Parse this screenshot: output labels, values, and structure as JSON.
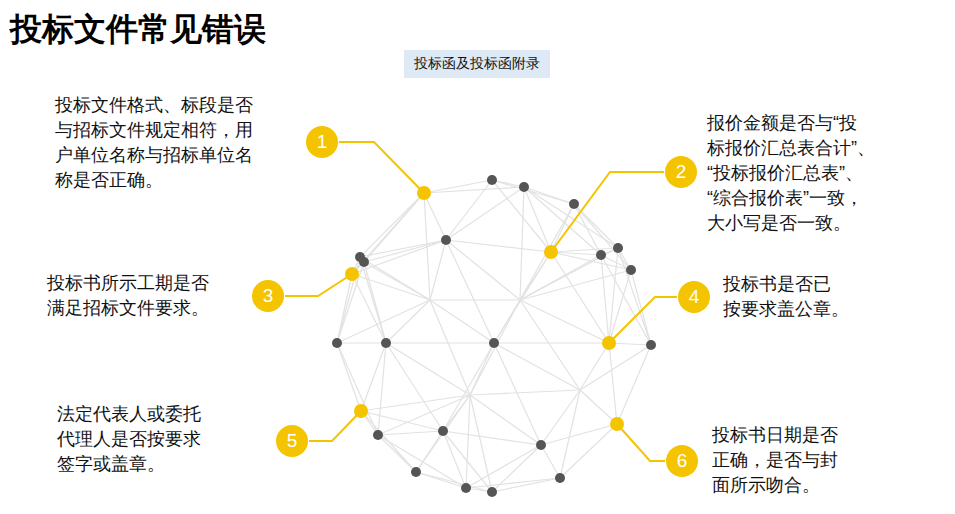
{
  "diagram": {
    "title": "投标文件常见错误",
    "nodes": [
      {
        "text": [
          "投标函及投标函附录"
        ]
      }
    ],
    "labels": [
      "投标文件格式、标段是否 与招标文件规定相符，用 户单位名称与招标单位名 称是否正确。",
      "1",
      "报价金额是否与“投 标报价汇总表合计”、 “投标报价汇总表”、 “综合报价表”一致， 大小写是否一致。",
      "2",
      "投标书所示工期是否 满足招标文件要求。",
      "3",
      "投标书是否已 按要求盖公章。",
      "4",
      "法定代表人或委托 代理人是否按要求 签字或盖章。",
      "5",
      "投标书日期是否 正确，是否与封 面所示吻合。",
      "6"
    ]
  }
}
